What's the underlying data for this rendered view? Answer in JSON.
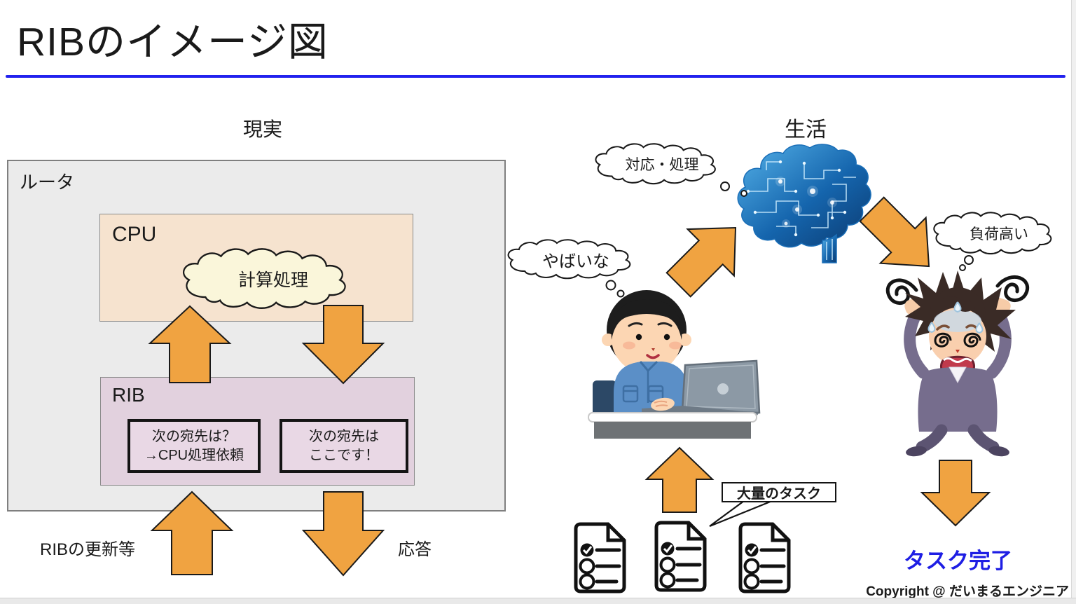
{
  "page": {
    "title": "RIBのイメージ図",
    "copyright": "Copyright @ だいまるエンジニア",
    "colors": {
      "accent_blue": "#2222EE",
      "arrow_orange": "#F0A341",
      "task_done_blue": "#1E1EE4",
      "router_gray": "#EBEBEB",
      "cpu_fill": "#F6E3CF",
      "rib_fill": "#E2D1DE",
      "cloud_cream": "#FAF6DA"
    }
  },
  "reality": {
    "section_label": "現実",
    "router_label": "ルータ",
    "cpu_label": "CPU",
    "cpu_cloud": "計算処理",
    "rib_label": "RIB",
    "rib_entry_1_line1": "次の宛先は？",
    "rib_entry_1_line2": "→CPU処理依頼",
    "rib_entry_2_line1": "次の宛先は",
    "rib_entry_2_line2": "ここです！",
    "bottom_left_label": "RIBの更新等",
    "bottom_right_label": "応答"
  },
  "life": {
    "section_label": "生活",
    "brain_thought": "対応・処理",
    "person_thought": "やばいな",
    "stress_thought": "負荷高い",
    "tasks_callout": "大量のタスク",
    "result_label": "タスク完了"
  }
}
